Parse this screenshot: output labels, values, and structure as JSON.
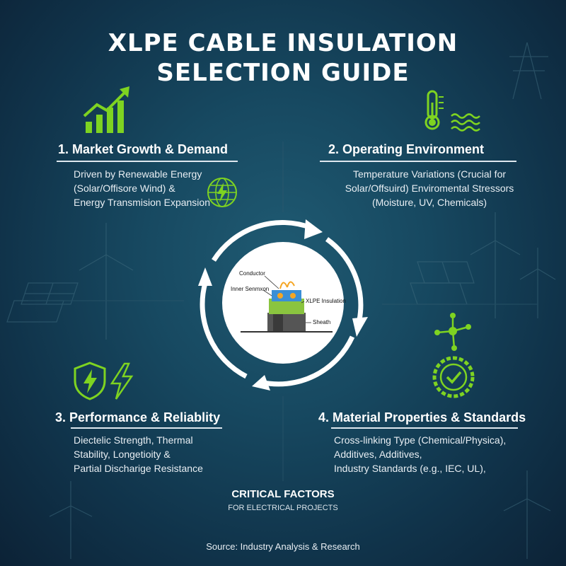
{
  "title": {
    "line1": "XLPE CABLE INSULATION",
    "line2": "SELECTION GUIDE"
  },
  "sections": [
    {
      "heading": "1.  Market Growth & Demand",
      "lines": [
        "Driven by Renewable Energy",
        "(Solar/Offisore Wind) &",
        "Energy Transmision Expansion"
      ],
      "icons": [
        "growth-chart-icon",
        "globe-lightning-icon"
      ]
    },
    {
      "heading": "2.  Operating Environment",
      "lines": [
        "Temperature Variations (Crucial for",
        "Solar/Offsuird) Enviromental Stressors",
        "(Moisture, UV, Chemicals)"
      ],
      "icons": [
        "thermometer-icon",
        "water-waves-icon"
      ]
    },
    {
      "heading": "3.  Performance & Reliablity",
      "lines": [
        "Diectelic Strength, Thermal",
        "Stability, Longetioity &",
        "Partial Discharige Resistance"
      ],
      "icons": [
        "shield-lightning-icon",
        "lightning-bolt-icon"
      ]
    },
    {
      "heading": "4.  Material Properties & Standards",
      "lines": [
        "Cross-linking Type (Chemical/Physica),",
        "Additives, Additives,",
        "Industry Standards (e.g., IEC, UL),"
      ],
      "icons": [
        "molecule-icon",
        "certified-badge-icon"
      ]
    }
  ],
  "diagram": {
    "labels": {
      "conductor": "Conductor",
      "inner": "Inner Senmxon",
      "insulation": "XLPE Insulation",
      "sheath": "Sheath"
    }
  },
  "footer": {
    "line1": "CRITICAL FACTORS",
    "line2": "FOR ELECTRICAL PROJECTS",
    "source": "Source: Industry Analysis & Research"
  },
  "colors": {
    "accent_green": "#7ed321",
    "background": "#174961",
    "text": "#ffffff"
  }
}
